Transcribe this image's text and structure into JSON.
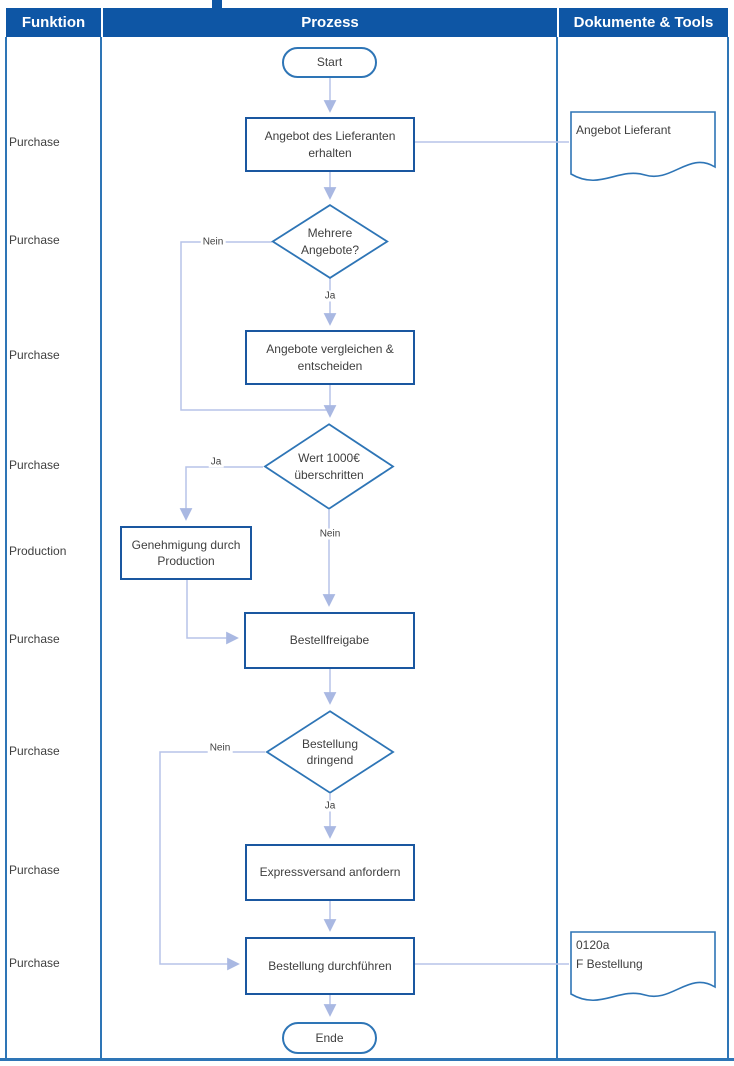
{
  "header": {
    "funktion": "Funktion",
    "prozess": "Prozess",
    "dokumente": "Dokumente & Tools"
  },
  "lanes": [
    "Purchase",
    "Purchase",
    "Purchase",
    "Purchase",
    "Production",
    "Purchase",
    "Purchase",
    "Purchase",
    "Purchase"
  ],
  "nodes": {
    "start": "Start",
    "receive_offer": "Angebot des Lieferanten erhalten",
    "multiple_offers": "Mehrere Angebote?",
    "compare_offers": "Angebote vergleichen & entscheiden",
    "value_exceeded": "Wert 1000€ überschritten",
    "approval_production": "Genehmigung durch Production",
    "order_release": "Bestellfreigabe",
    "order_urgent": "Bestellung dringend",
    "express_shipping": "Expressversand anfordern",
    "execute_order": "Bestellung durchführen",
    "end": "Ende"
  },
  "documents": {
    "offer_supplier": "Angebot Lieferant",
    "order_form_line1": "0120a",
    "order_form_line2": "F Bestellung"
  },
  "edges": {
    "d1_no": "Nein",
    "d1_yes": "Ja",
    "d2_yes": "Ja",
    "d2_no": "Nein",
    "d3_no": "Nein",
    "d3_yes": "Ja"
  },
  "colors": {
    "header_bg": "#0E56A5",
    "lane_border": "#2E75B6",
    "process_border": "#1A57A0",
    "shape_border": "#2E75B6",
    "connector": "#B7C3E8",
    "text": "#3F3F3F",
    "header_text": "#FFFFFF"
  }
}
